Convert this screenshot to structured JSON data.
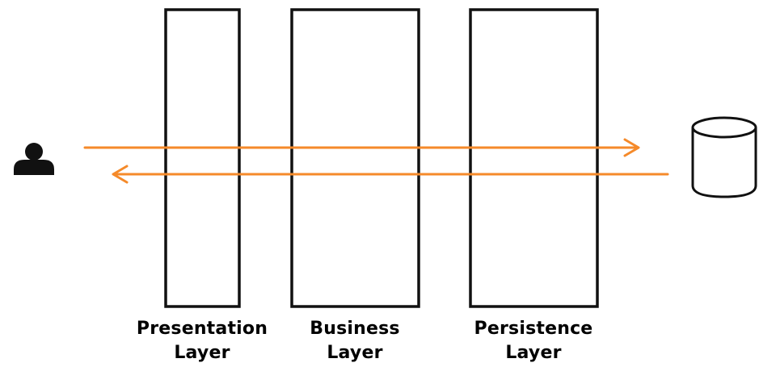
{
  "colors": {
    "stroke": "#111111",
    "arrow": "#f58a2a",
    "background": "#ffffff"
  },
  "icons": {
    "actor": "person-icon",
    "store": "database-icon"
  },
  "layers": [
    {
      "line1": "Presentation",
      "line2": "Layer"
    },
    {
      "line1": "Business",
      "line2": "Layer"
    },
    {
      "line1": "Persistence",
      "line2": "Layer"
    }
  ],
  "arrows": [
    {
      "direction": "request",
      "from": "user",
      "to": "database"
    },
    {
      "direction": "response",
      "from": "database",
      "to": "user"
    }
  ]
}
